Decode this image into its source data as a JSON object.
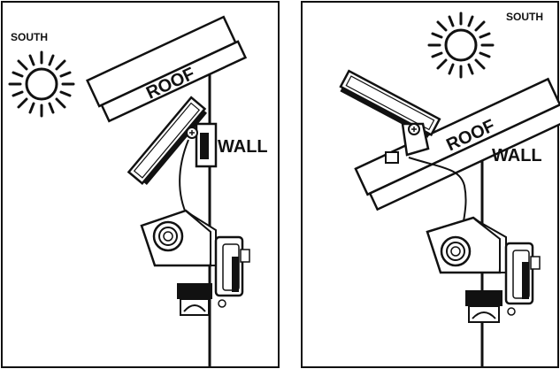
{
  "panels": [
    {
      "south_label": "SOUTH",
      "roof_label": "ROOF",
      "wall_label": "WALL"
    },
    {
      "south_label": "SOUTH",
      "roof_label": "ROOF",
      "wall_label": "WALL"
    }
  ],
  "colors": {
    "line": "#111111",
    "fill": "#ffffff",
    "shade": "#cfcfcf"
  }
}
